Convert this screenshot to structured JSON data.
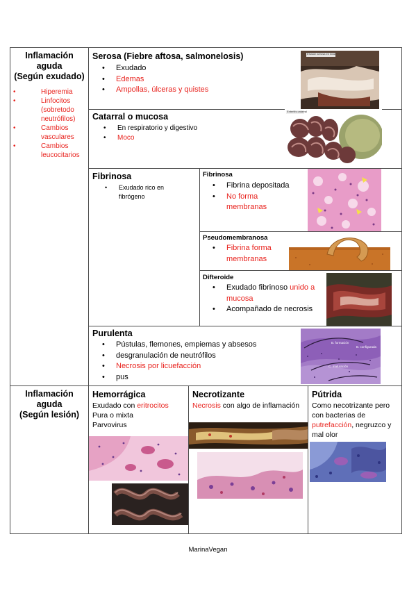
{
  "section1": {
    "heading": "Inflamación aguda",
    "subheading": "(Según exudado)",
    "items": [
      "Hiperemia",
      "Linfocitos",
      "(sobretodo neutrófilos)",
      "Cambios vasculares",
      "Cambios leucocitarios"
    ]
  },
  "serosa": {
    "title": "Serosa (Fiebre aftosa, salmonelosis)",
    "items": [
      "Exudado",
      "Edemas",
      "Ampollas, úlceras y quistes"
    ],
    "image_label": "Efusión serosa en tórax"
  },
  "catarral": {
    "title": "Catarral o mucosa",
    "items": [
      "En respiratorio y digestivo",
      "Moco"
    ],
    "image_label": "Enteritis catarral"
  },
  "fibrinosa": {
    "title": "Fibrinosa",
    "items": [
      "Exudado rico en fibrógeno"
    ],
    "sub1": {
      "title": "Fibrinosa",
      "items": [
        "Fibrina depositada",
        "No forma membranas"
      ]
    },
    "sub2": {
      "title": "Pseudomembranosa",
      "items": [
        "Fibrina forma membranas"
      ]
    },
    "sub3": {
      "title": "Difteroide",
      "item1_black": "Exudado fibrinoso ",
      "item1_red": "unido a mucosa",
      "item2": "Acompañado de necrosis"
    }
  },
  "purulenta": {
    "title": "Purulenta",
    "items": [
      "Pústulas, flemones, empiemas y absesos",
      "desgranulación de neutrófilos",
      "Necrosis por licuefacción",
      "pus"
    ],
    "image_labels": [
      "B. formación",
      "B. configurada",
      "C. maturación"
    ]
  },
  "section2": {
    "heading": "Inflamación aguda",
    "subheading": "(Según lesión)"
  },
  "hemorragica": {
    "title": "Hemorrágica",
    "line1_black": "Exudado con ",
    "line1_red": "eritrocitos",
    "line2": "Pura o mixta",
    "line3": "Parvovirus"
  },
  "necrotizante": {
    "title": "Necrotizante",
    "red": "Necrosis",
    "rest": " con algo de inflamación"
  },
  "putrida": {
    "title": "Pútrida",
    "text1": "Como necotrizante pero con bacterias de ",
    "red": "putrefacción",
    "text2": ", negruzco y mal olor"
  },
  "footer": "MarinaVegan",
  "colors": {
    "red_text": "#e8211c",
    "border": "#4a4a4a"
  }
}
